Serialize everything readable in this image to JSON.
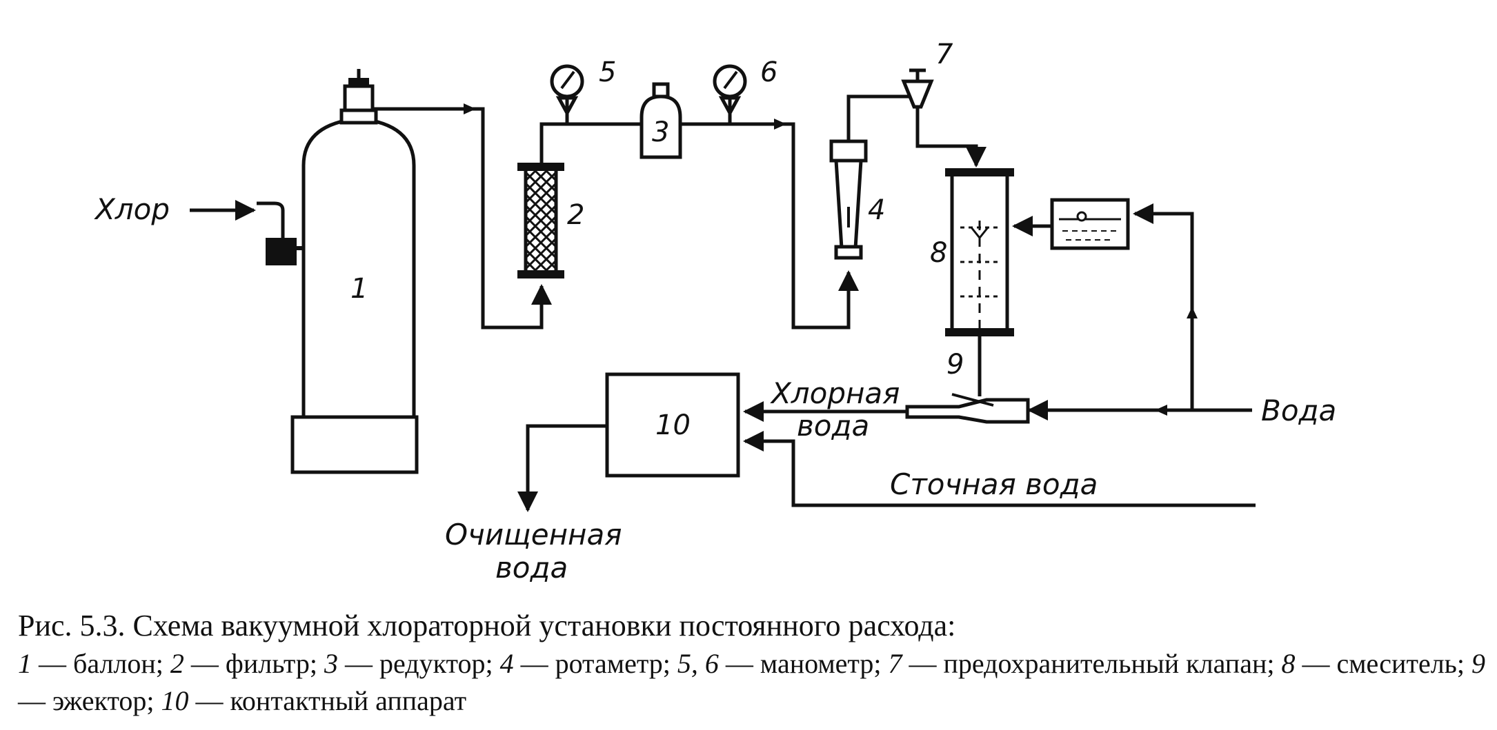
{
  "labels": {
    "chlorine": "Хлор",
    "water": "Вода",
    "chlorine_water_1": "Хлорная",
    "chlorine_water_2": "вода",
    "waste_water": "Сточная вода",
    "treated_water_1": "Очищенная",
    "treated_water_2": "вода"
  },
  "numbers": {
    "n1": "1",
    "n2": "2",
    "n3": "3",
    "n4": "4",
    "n5": "5",
    "n6": "6",
    "n7": "7",
    "n8": "8",
    "n9": "9",
    "n10": "10"
  },
  "caption": {
    "title": "Рис. 5.3. Схема вакуумной хлораторной установки постоянного расхода:",
    "items": [
      {
        "num": "1",
        "text": " — баллон; "
      },
      {
        "num": "2",
        "text": " — фильтр; "
      },
      {
        "num": "3",
        "text": " — редуктор; "
      },
      {
        "num": "4",
        "text": " — ротаметр; "
      },
      {
        "num": "5, 6",
        "text": " — манометр; "
      },
      {
        "num": "7",
        "text": " — предохранительный клапан; "
      },
      {
        "num": "8",
        "text": " — смеситель; "
      },
      {
        "num": "9",
        "text": " — эжектор; "
      },
      {
        "num": "10",
        "text": " — контактный аппарат"
      }
    ]
  }
}
